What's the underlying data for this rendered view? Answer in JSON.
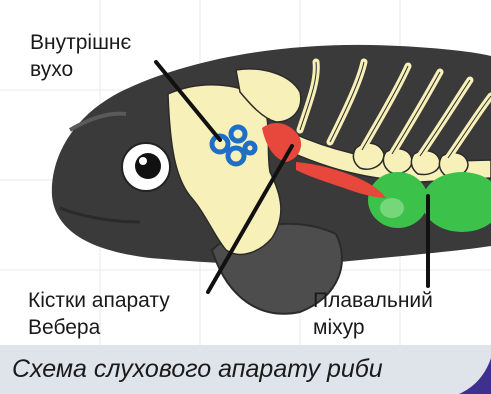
{
  "labels": {
    "inner_ear": [
      "Внутрішнє",
      "вухо"
    ],
    "weber_bones": [
      "Кістки апарату",
      "Вебера"
    ],
    "swim_bladder": [
      "Плавальний",
      "міхур"
    ]
  },
  "caption": "Схема слухового апарату риби",
  "colors": {
    "fish_body": "#3a3a3a",
    "skeleton": "#f7f0b8",
    "inner_ear": "#1f6fc7",
    "weber_bones": "#e8473b",
    "swim_bladder": "#3cc24a",
    "caption_band": "#dfe3ea",
    "corner_accent": "#3f2f8f"
  }
}
